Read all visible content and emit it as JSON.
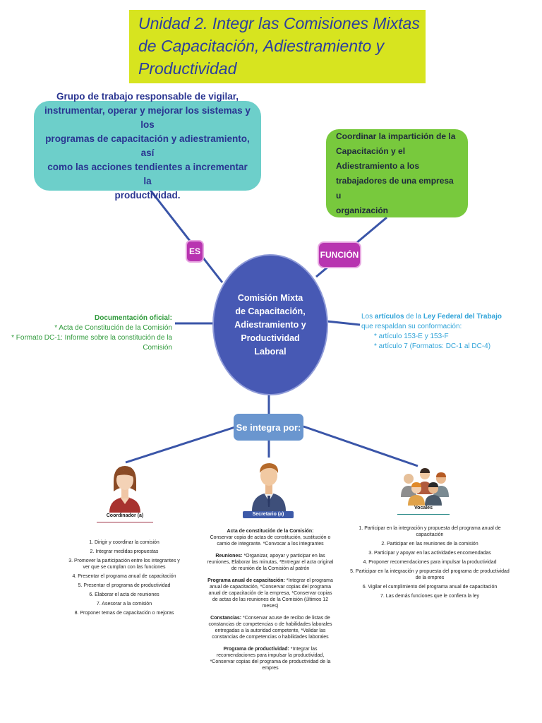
{
  "title": {
    "line1": "Unidad 2. Integr las Comisiones Mixtas",
    "line2": "de Capacitación, Adiestramiento y",
    "line3": "Productividad"
  },
  "definition": {
    "line1": "Grupo de trabajo responsable de vigilar,",
    "line2": "instrumentar, operar y mejorar los sistemas y los",
    "line3": "programas de capacitación y adiestramiento, así",
    "line4": "como las acciones tendientes a incrementar la",
    "line5": "productividad."
  },
  "function_box": {
    "line1": "Coordinar la impartición de la",
    "line2": "Capacitación y el",
    "line3": "Adiestramiento a los",
    "line4": "trabajadores de una empresa u",
    "line5": "organización"
  },
  "tags": {
    "es": "ES",
    "funcion": "FUNCIÓN"
  },
  "center": {
    "line1": "Comisión Mixta",
    "line2": "de Capacitación,",
    "line3": "Adiestramiento y",
    "line4": "Productividad Laboral"
  },
  "documentation": {
    "heading": "Documentación oficial:",
    "line1": "* Acta de Constitución de la Comisión",
    "line2": "* Formato DC-1: Informe sobre la constitución de la Comisión"
  },
  "law": {
    "pre": "Los ",
    "articulos": "artículos",
    "mid": " de la ",
    "ley": "Ley Federal del Trabajo",
    "line2": "que respaldan su conformación:",
    "line3": "* artículo 153-E y 153-F",
    "line4": "* artículo 7 (Formatos: DC-1 al DC-4)"
  },
  "integra": "Se integra por:",
  "roles": {
    "coordinador": "Coordinador (a)",
    "secretario": "Secretario (a)",
    "vocales": "Vocales"
  },
  "coordinador_items": [
    "1. Dirigir y coordinar la comisión",
    "2. Integrar medidas propuestas",
    "3. Promover la participación entre los integrantes y ver que se cumplan con las funciones",
    "4. Presentar el programa anual de capacitación",
    "5. Presentar el programa de productividad",
    "6. Elaborar el acta de reuniones",
    "7. Asesorar a la comisión",
    "8. Proponer temas de capacitación o mejoras"
  ],
  "vocales_items": [
    "1. Participar en la integración y propuesta del programa anual de capacitación",
    "2. Participar en las reuniones de la comisión",
    "3. Participar y apoyar en las actividades encomendadas",
    "4. Proponer recomendaciones para impulsar la productividad",
    "5. Participar en la integración y propuesta del programa de productividad de la empres",
    "6. Vigilar el cumplimiento del programa anual de capacitación",
    "7. Las demás funciones que le confiera la ley"
  ],
  "secretario": {
    "acta_heading": "Acta de constitución de la Comisión:",
    "acta_text": "Conservar copia de actas de constitución, sustitución o camio de integrante. *Convocar a los integrantes",
    "reuniones_heading": "Reuniones:",
    "reuniones_text": " *Organizar, apoyar y participar en las reuniones, Elaborar las minutas, *Entregar el acta original de reunión de la Comisión al patrón",
    "programa_heading": "Programa anual de capacitación:",
    "programa_text": " *Integrar el programa anual de capacitación, *Conservar copias del programa anual de capacitación de la empresa, *Conservar copias de actas de las reuniones de la Comisión (últimos 12 meses)",
    "constancias_heading": "Constancias:",
    "constancias_text": " *Conservar acuse de recibo de listas de constancias de competencias o de habilidades laborales entregadas a la autoridad competente, *Validar las constancias de competencias o habilidades laborales",
    "productividad_heading": "Programa de productividad:",
    "productividad_text": " *Integrar las recomendaciones para impulsar la productividad, *Conservar copias del programa de productividad de la empres"
  },
  "colors": {
    "title_bg": "#d7e41f",
    "title_text": "#2b3ea0",
    "definition_bg": "#6dcfca",
    "function_bg": "#78c93d",
    "tag_bg": "#b834b0",
    "center_bg": "#4759b4",
    "integra_bg": "#6a96cf",
    "doc_text": "#2f9a3b",
    "law_text": "#2fa3d8"
  },
  "icons": {
    "coordinador": "woman-avatar-icon",
    "secretario": "man-avatar-icon",
    "vocales": "group-people-icon"
  }
}
